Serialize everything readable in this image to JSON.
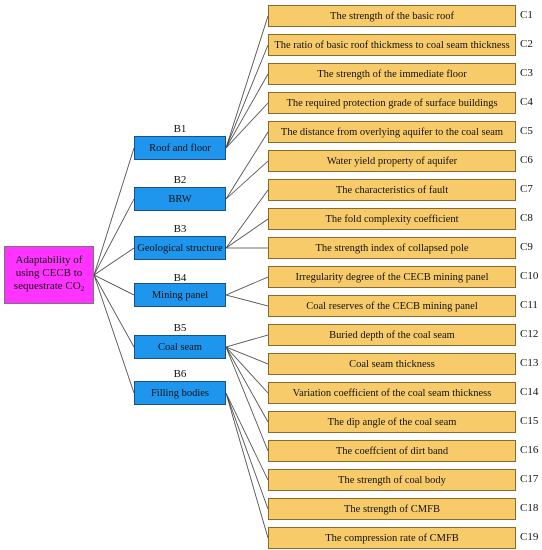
{
  "root": {
    "line1": "Adaptability of",
    "line2": "using CECB to",
    "line3": "sequestrate CO",
    "sub": "2"
  },
  "categories": [
    {
      "code": "B1",
      "label": "Roof  and  floor"
    },
    {
      "code": "B2",
      "label": "BRW"
    },
    {
      "code": "B3",
      "label": "Geological structure"
    },
    {
      "code": "B4",
      "label": "Mining panel"
    },
    {
      "code": "B5",
      "label": "Coal seam"
    },
    {
      "code": "B6",
      "label": "Filling bodies"
    }
  ],
  "indicators": [
    {
      "code": "C1",
      "label": "The strength of the basic roof"
    },
    {
      "code": "C2",
      "label": "The ratio of basic roof thickmess to coal seam thickness"
    },
    {
      "code": "C3",
      "label": "The strength of the immediate floor"
    },
    {
      "code": "C4",
      "label": "The  required protection grade of surface buildings"
    },
    {
      "code": "C5",
      "label": "The distance from overlying  aquifer to the  coal seam"
    },
    {
      "code": "C6",
      "label": "Water yield property of aquifer"
    },
    {
      "code": "C7",
      "label": "The characteristics of fault"
    },
    {
      "code": "C8",
      "label": "The fold complexity coefficient"
    },
    {
      "code": "C9",
      "label": "The strength index of collapsed pole"
    },
    {
      "code": "C10",
      "label": "Irregularity degree of the CECB mining panel"
    },
    {
      "code": "C11",
      "label": "Coal reserves of the CECB mining panel"
    },
    {
      "code": "C12",
      "label": "Buried depth of the coal seam"
    },
    {
      "code": "C13",
      "label": "Coal seam thickness"
    },
    {
      "code": "C14",
      "label": "Variation coefficient of the coal seam thickness"
    },
    {
      "code": "C15",
      "label": "The dip angle of the coal seam"
    },
    {
      "code": "C16",
      "label": "The coeffcient of dirt band"
    },
    {
      "code": "C17",
      "label": "The strength of coal body"
    },
    {
      "code": "C18",
      "label": "The strength  of  CMFB"
    },
    {
      "code": "C19",
      "label": "The compression rate of CMFB"
    }
  ]
}
